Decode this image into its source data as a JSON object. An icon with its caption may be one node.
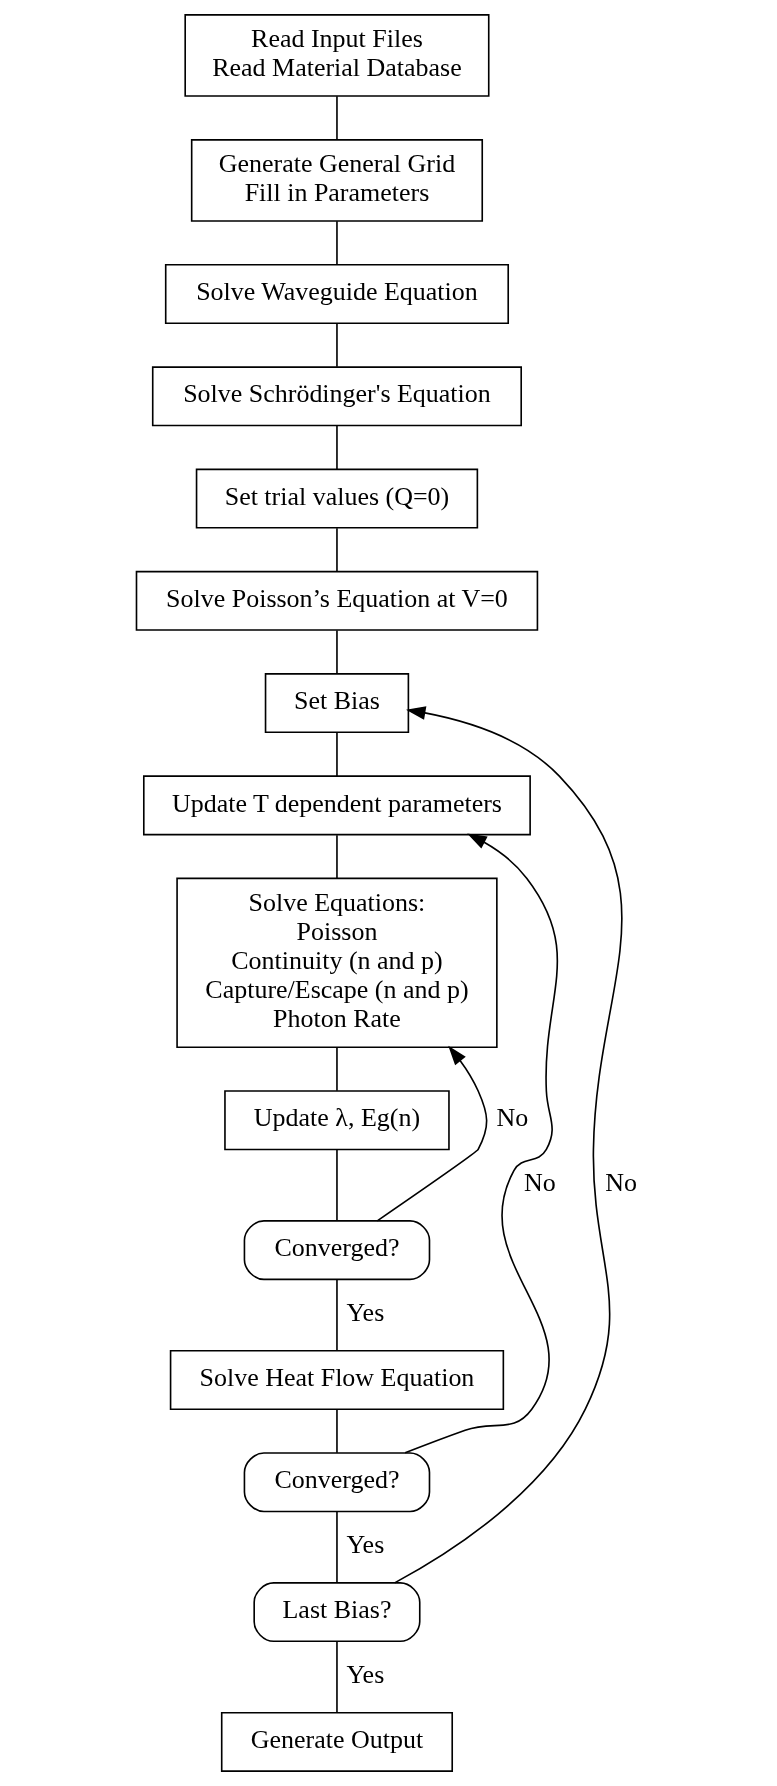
{
  "diagram": {
    "nodes": [
      {
        "text": [
          "Read Input Files",
          "Read Material Database"
        ]
      },
      {
        "text": [
          "Generate General Grid",
          "Fill in Parameters"
        ]
      },
      {
        "text": [
          "Solve Waveguide Equation"
        ]
      },
      {
        "text": [
          "Solve Schrödinger's Equation"
        ]
      },
      {
        "text": [
          "Set trial values (Q=0)"
        ]
      },
      {
        "text": [
          "Solve Poisson’s Equation at V=0"
        ]
      },
      {
        "text": [
          "Set Bias"
        ]
      },
      {
        "text": [
          "Update T dependent parameters"
        ]
      },
      {
        "text": [
          "Solve Equations:",
          "Poisson",
          "Continuity (n and p)",
          "Capture/Escape (n and p)",
          "Photon Rate"
        ]
      },
      {
        "text": [
          "Update λ, Eg(n)"
        ]
      },
      {
        "text": [
          "Converged?"
        ]
      },
      {
        "text": [
          "Solve Heat Flow Equation"
        ]
      },
      {
        "text": [
          "Converged?"
        ]
      },
      {
        "text": [
          "Last Bias?"
        ]
      },
      {
        "text": [
          "Generate Output"
        ]
      }
    ],
    "edges": [
      {
        "from": 0,
        "to": 1,
        "arrow": "none"
      },
      {
        "from": 1,
        "to": 2,
        "arrow": "none"
      },
      {
        "from": 2,
        "to": 3,
        "arrow": "none"
      },
      {
        "from": 3,
        "to": 4,
        "arrow": "none"
      },
      {
        "from": 4,
        "to": 5,
        "arrow": "none"
      },
      {
        "from": 5,
        "to": 6,
        "arrow": "none"
      },
      {
        "from": 6,
        "to": 7,
        "arrow": "none"
      },
      {
        "from": 7,
        "to": 8,
        "arrow": "none"
      },
      {
        "from": 8,
        "to": 9,
        "arrow": "none"
      },
      {
        "from": 9,
        "to": 10,
        "arrow": "none"
      },
      {
        "from": 10,
        "to": 8,
        "label": "No",
        "arrow": "to"
      },
      {
        "from": 10,
        "to": 11,
        "label": "Yes",
        "arrow": "none"
      },
      {
        "from": 11,
        "to": 12,
        "arrow": "none"
      },
      {
        "from": 12,
        "to": 7,
        "label": "No",
        "arrow": "to"
      },
      {
        "from": 12,
        "to": 13,
        "label": "Yes",
        "arrow": "none"
      },
      {
        "from": 13,
        "to": 6,
        "label": "No",
        "arrow": "to"
      },
      {
        "from": 13,
        "to": 14,
        "label": "Yes",
        "arrow": "none"
      }
    ]
  }
}
